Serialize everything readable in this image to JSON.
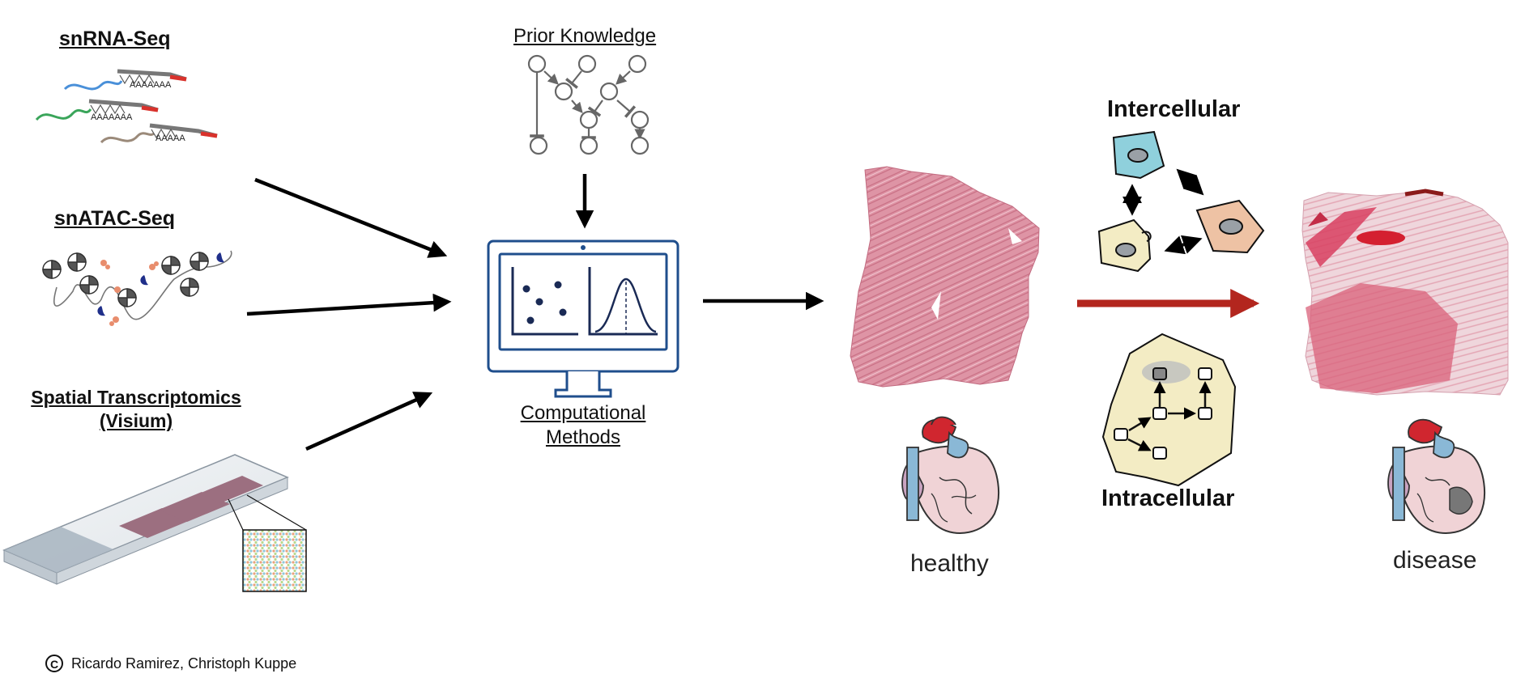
{
  "inputs": {
    "snrna": "snRNA-Seq",
    "snrna_polya": "AAAAAAA",
    "snrna_polya_short": "AAAAA",
    "snatac": "snATAC-Seq",
    "spatial_line1": "Spatial Transcriptomics",
    "spatial_line2": "(Visium)"
  },
  "prior": {
    "title": "Prior Knowledge"
  },
  "methods": {
    "line1": "Computational",
    "line2": "Methods"
  },
  "states": {
    "healthy": "healthy",
    "disease": "disease"
  },
  "communication": {
    "inter": "Intercellular",
    "intra": "Intracellular"
  },
  "credit": {
    "text": "Ricardo Ramirez, Christoph Kuppe",
    "symbol": "C"
  },
  "colors": {
    "monitor": "#1f4e8c",
    "transition_arrow": "#b3261e",
    "tissue": "#d9889a",
    "heart_red": "#d0262f",
    "heart_blue": "#8ab8d6",
    "heart_pink": "#f0d3d6",
    "cell_blue": "#8fd0dc",
    "cell_orange": "#eec2a4",
    "cell_cream": "#f3ecc4"
  }
}
